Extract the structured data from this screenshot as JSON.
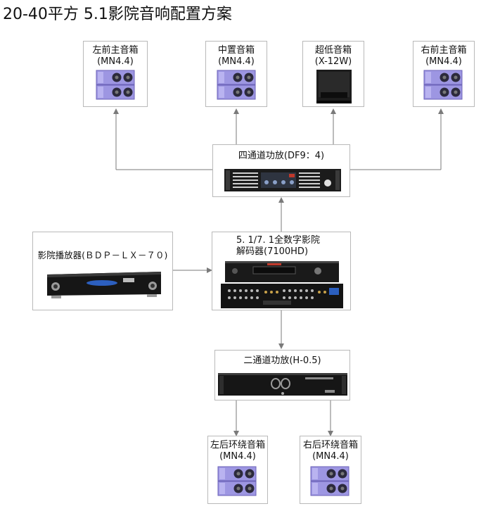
{
  "title": "20-40平方 5.1影院音响配置方案",
  "colors": {
    "line": "#7a7a7a",
    "box_border": "#b9b9b9",
    "speaker_purple": "#8f86d8",
    "device_black": "#141414"
  },
  "nodes": {
    "front_left": {
      "name": "左前主音箱",
      "model": "(MN4.4)",
      "image": "purple-speaker-pair"
    },
    "center": {
      "name": "中置音箱",
      "model": "(MN4.4)",
      "image": "purple-speaker-pair"
    },
    "subwoofer": {
      "name": "超低音箱",
      "model": "(X-12W)",
      "image": "black-subwoofer"
    },
    "front_right": {
      "name": "右前主音箱",
      "model": "(MN4.4)",
      "image": "purple-speaker-pair"
    },
    "amp4": {
      "name": "四通道功放(DF9：4)",
      "image": "four-channel-amplifier"
    },
    "player": {
      "name": "影院播放器(ＢＤＰ－ＬＸ－７０)",
      "image": "bluray-player"
    },
    "decoder": {
      "name_line1": "5. 1/7. 1全数字影院",
      "name_line2": "解码器(7100HD)",
      "image": "av-decoder"
    },
    "amp2": {
      "name": "二通道功放(H-0.5)",
      "image": "two-channel-amplifier"
    },
    "rear_left": {
      "name": "左后环绕音箱",
      "model": "(MN4.4)",
      "image": "purple-speaker-pair"
    },
    "rear_right": {
      "name": "右后环绕音箱",
      "model": "(MN4.4)",
      "image": "purple-speaker-pair"
    }
  }
}
